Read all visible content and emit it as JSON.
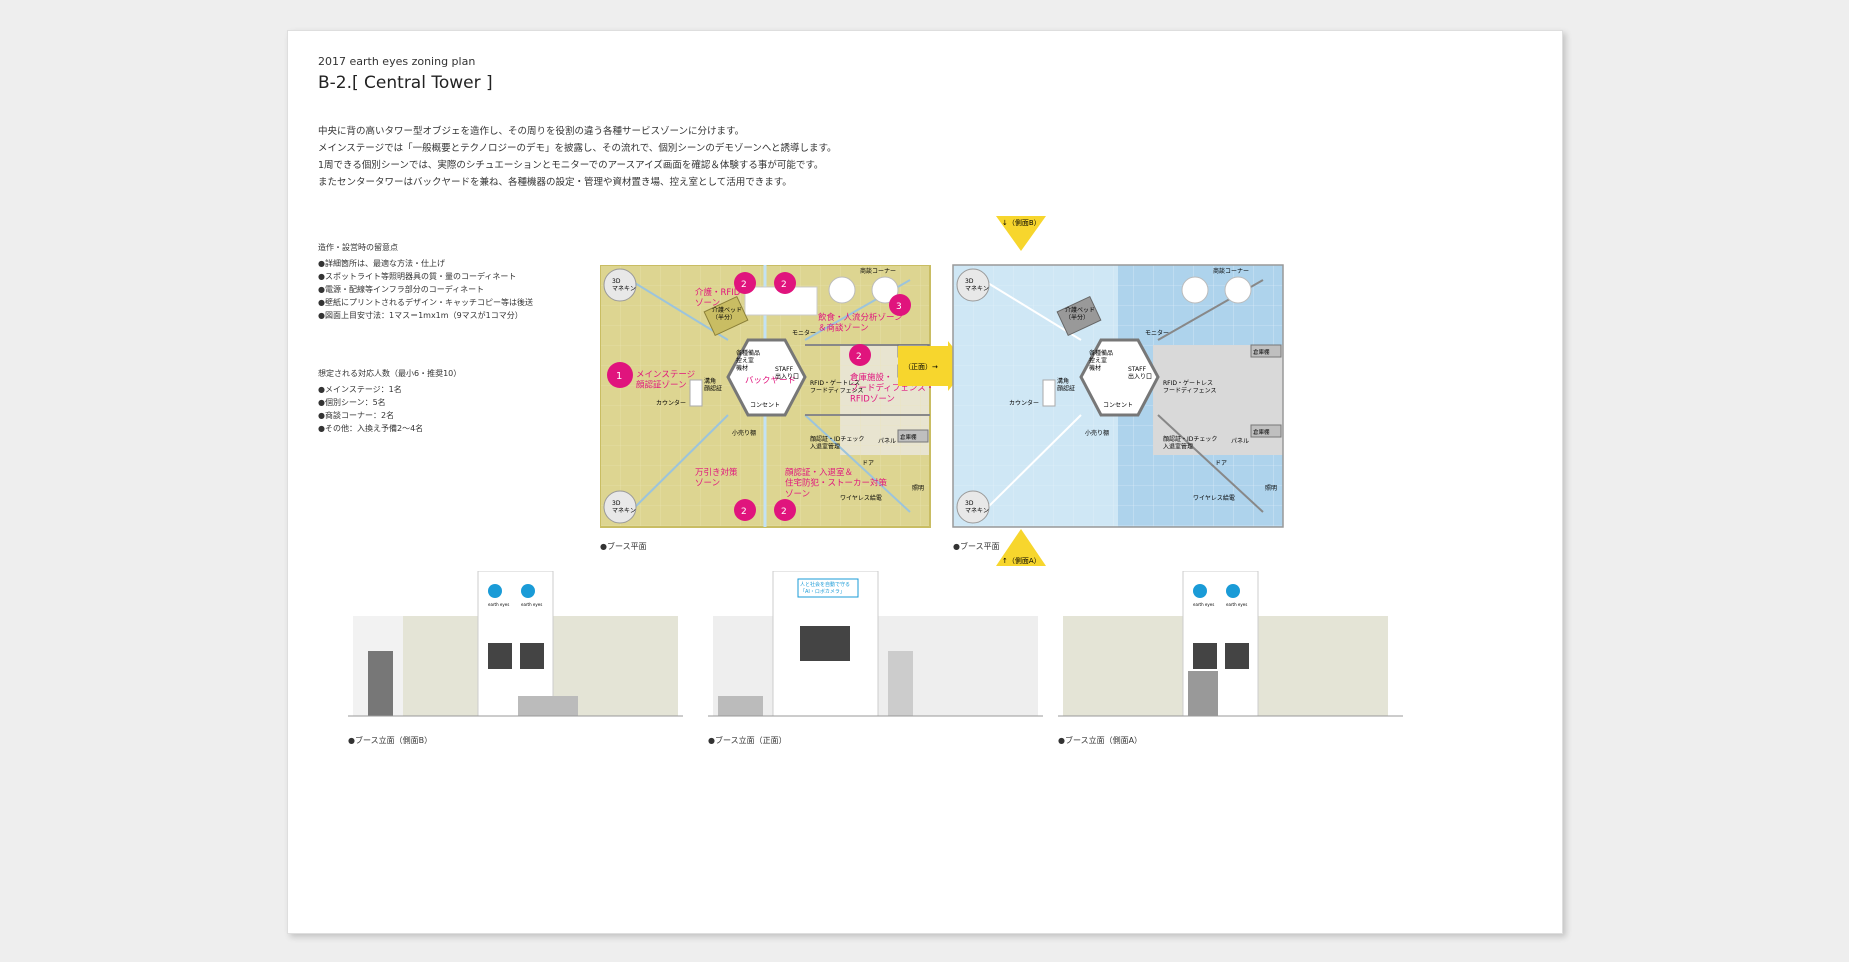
{
  "header": {
    "subtitle": "2017 earth eyes  zoning plan",
    "title": "B-2.[ Central Tower ]"
  },
  "intro": [
    "中央に背の高いタワー型オブジェを造作し、その周りを役割の違う各種サービスゾーンに分けます。",
    "メインステージでは「一般概要とテクノロジーのデモ」を披露し、その流れで、個別シーンのデモゾーンへと誘導します。",
    "1周できる個別シーンでは、実際のシチュエーションとモニターでのアースアイズ画面を確認＆体験する事が可能です。",
    "またセンタータワーはバックヤードを兼ね、各種機器の設定・管理や資材置き場、控え室として活用できます。"
  ],
  "notes": {
    "heading": "造作・設営時の留意点",
    "items": [
      "●詳細箇所は、最適な方法・仕上げ",
      "●スポットライト等照明器具の質・量のコーディネート",
      "●電源・配線等インフラ部分のコーディネート",
      "●壁紙にプリントされるデザイン・キャッチコピー等は後送",
      "●図面上目安寸法：1マス＝1mx1m（9マスが1コマ分）"
    ]
  },
  "capacity": {
    "heading": "想定される対応人数（最小6・推奨10）",
    "items": [
      "●メインステージ：1名",
      "●個別シーン：5名",
      "●商談コーナー：2名",
      "●その他：入換え予備2〜4名"
    ]
  },
  "plan_left": {
    "caption": "●ブース平面",
    "zones": {
      "care": "介護・RFID\nゾーン",
      "dining": "飲食・人流分析ゾーン\n＆商談ゾーン",
      "main": "メインステージ\n顔認証ゾーン",
      "warehouse": "倉庫施設・\nフードディフェンス・\nRFIDゾーン",
      "shoplift": "万引き対策\nゾーン",
      "face": "顔認証・入退室＆\n住宅防犯・ストーカー対策\nゾーン",
      "backyard": "バックヤード"
    },
    "badges": [
      "1",
      "2",
      "3"
    ]
  },
  "plan_right": {
    "caption": "●ブース平面",
    "arrow_b": "↓（側面B）",
    "arrow_front": "（正面）→",
    "arrow_a": "↑（側面A）"
  },
  "labels": {
    "mannequin": "3D\nマネキン",
    "meeting": "商談コーナー",
    "bed": "介護ベッド\n（半分）",
    "monitor": "モニター",
    "tower": "各種備品\n控え室\n機材",
    "staff": "STAFF\n出入り口",
    "warehouse_shelf": "倉庫棚",
    "rfid": "RFID・ゲートレス\nフードディフェンス",
    "pillar": "溝角\n顔認証",
    "counter": "カウンター",
    "outlet": "コンセント",
    "shelf": "小売り棚",
    "face_id": "顔認証・IDチェック\n入退室管理",
    "panel": "パネル",
    "door": "ドア",
    "wireless": "ワイヤレス給電",
    "light": "照明"
  },
  "elevations": {
    "left_caption": "●ブース立面（側面B）",
    "mid_caption": "●ブース立面（正面）",
    "right_caption": "●ブース立面（側面A）",
    "brand": "earth eyes",
    "mid_sign_1": "人と社会を自動で守る",
    "mid_sign_2": "「AI・ロボカメラ」"
  },
  "colors": {
    "yellow": "#ddd591",
    "yellow_dark": "#c9bd63",
    "blue": "#cfe7f5",
    "blue_dark": "#aed3ec",
    "magenta": "#e0147d",
    "arrow": "#f7d62d",
    "grey": "#bfbfbf"
  }
}
